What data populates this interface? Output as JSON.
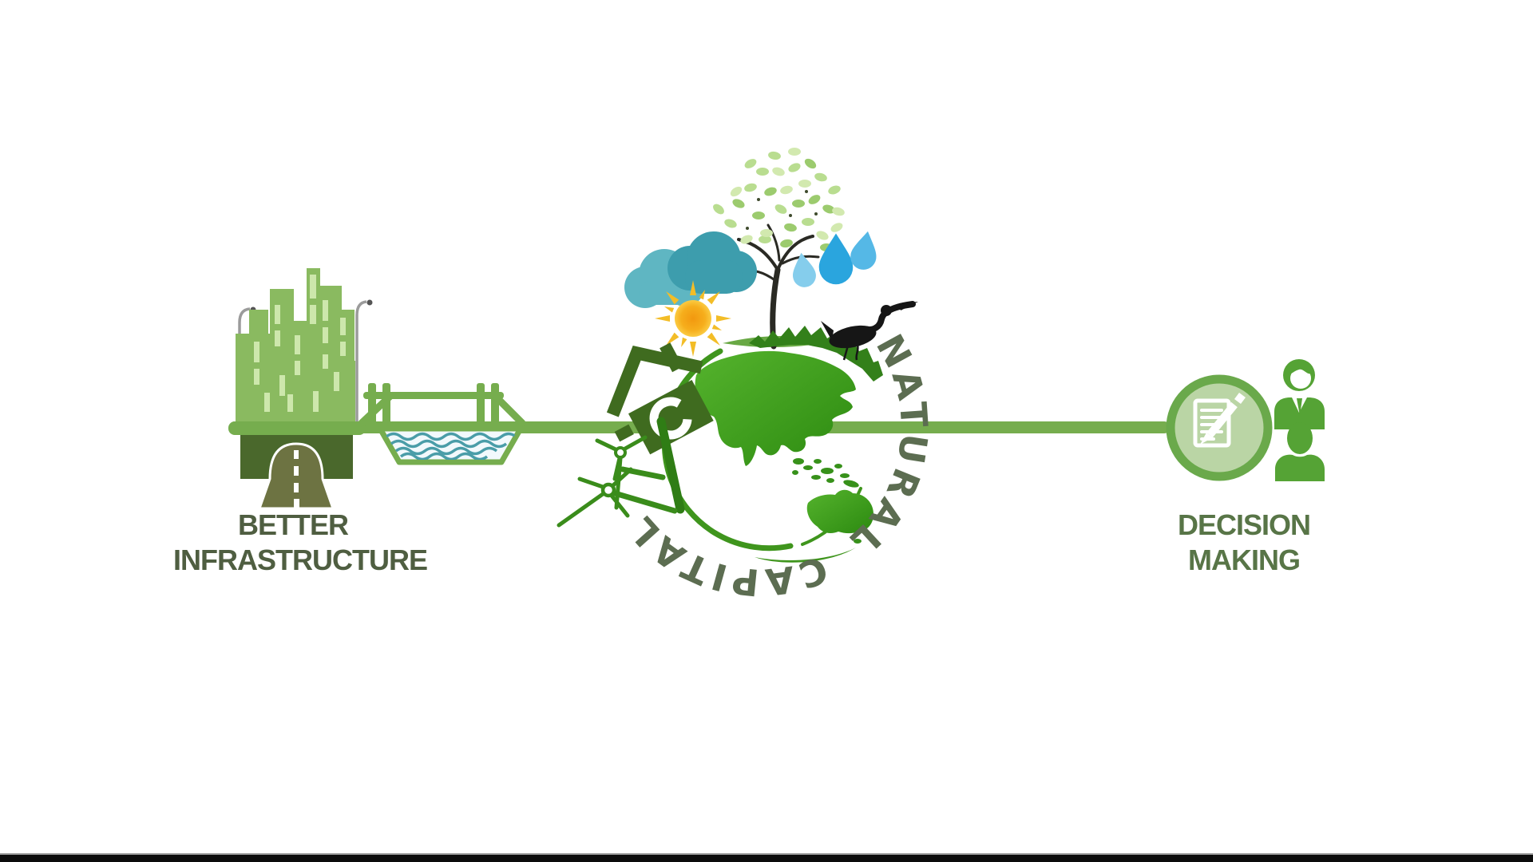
{
  "page": {
    "background_color": "#ffffff",
    "letterbox_color": "#0c0c0c"
  },
  "flow": {
    "connector": {
      "color": "#76ad4e"
    },
    "left_node": {
      "label_line1": "BETTER",
      "label_line2": "INFRASTRUCTURE",
      "label_color": "#4f5e41",
      "icons": [
        "city-skyline",
        "street-lamps",
        "road-tunnel",
        "bridge",
        "wetland-water"
      ]
    },
    "center_node": {
      "logo_text": "NATURAL CAPITAL",
      "logo_color": "#5c6d51",
      "icons": [
        "rain-clouds",
        "sun",
        "tree",
        "water-drops",
        "heron",
        "eco-house",
        "wind-turbines",
        "globe"
      ]
    },
    "right_node": {
      "label_line1": "DECISION",
      "label_line2": "MAKING",
      "label_color": "#587547",
      "icons": [
        "document-pencil",
        "business-person",
        "person"
      ]
    }
  },
  "colors": {
    "building_green": "#8aba60",
    "window_green": "#cde7ac",
    "tunnel_dark_green": "#4a682c",
    "road_olive": "#6d7342",
    "water_teal": "#4a9da8",
    "cloud_light_teal": "#5fb6c2",
    "cloud_dark_teal": "#3d9dad",
    "sun_orange": "#f2980f",
    "sun_ray_gold": "#f3bd27",
    "drop_blue": "#2aa5de",
    "globe_green": "#3f951d",
    "house_dark_green": "#3f6b1f",
    "bird_black": "#161616",
    "decision_ring_green": "#6aa94b",
    "decision_fill_green": "#bad5a5",
    "people_green": "#55a335"
  }
}
